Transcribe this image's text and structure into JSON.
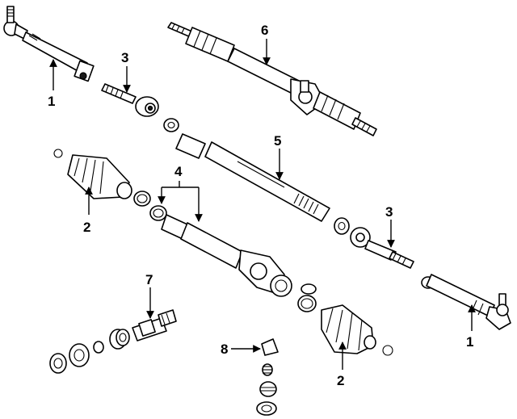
{
  "callouts": {
    "c1_left": "1",
    "c1_right": "1",
    "c2_left": "2",
    "c2_right": "2",
    "c3_left": "3",
    "c3_right": "3",
    "c4": "4",
    "c5": "5",
    "c6": "6",
    "c7": "7",
    "c8": "8"
  },
  "colors": {
    "line": "#000000",
    "background": "#ffffff"
  }
}
